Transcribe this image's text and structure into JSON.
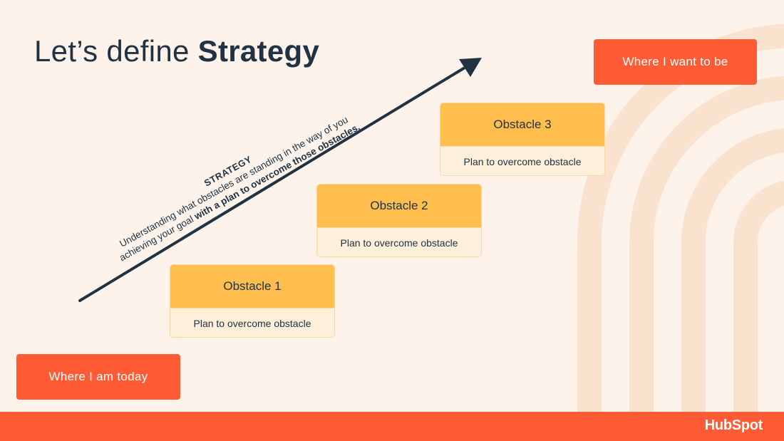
{
  "title": {
    "prefix": "Let’s define ",
    "emphasis": "Strategy"
  },
  "goal_box": {
    "label": "Where I want to be"
  },
  "start_box": {
    "label": "Where I am today"
  },
  "strategy": {
    "heading": "STRATEGY",
    "line1": "Understanding what obstacles are standing in the way of you",
    "line2_prefix": "achieving your goal ",
    "line2_bold": "with a plan to overcome those obstacles."
  },
  "obstacles": [
    {
      "title": "Obstacle 1",
      "plan": "Plan to overcome obstacle"
    },
    {
      "title": "Obstacle 2",
      "plan": "Plan to overcome obstacle"
    },
    {
      "title": "Obstacle 3",
      "plan": "Plan to overcome obstacle"
    }
  ],
  "footer": {
    "logo": "HubSpot"
  },
  "colors": {
    "background": "#fdf3ea",
    "accent_orange": "#ff5c35",
    "obstacle_yellow": "#ffbe4d",
    "plan_cream": "#fdefd9",
    "text_navy": "#213343",
    "arc_tint": "#f9e3cf"
  }
}
